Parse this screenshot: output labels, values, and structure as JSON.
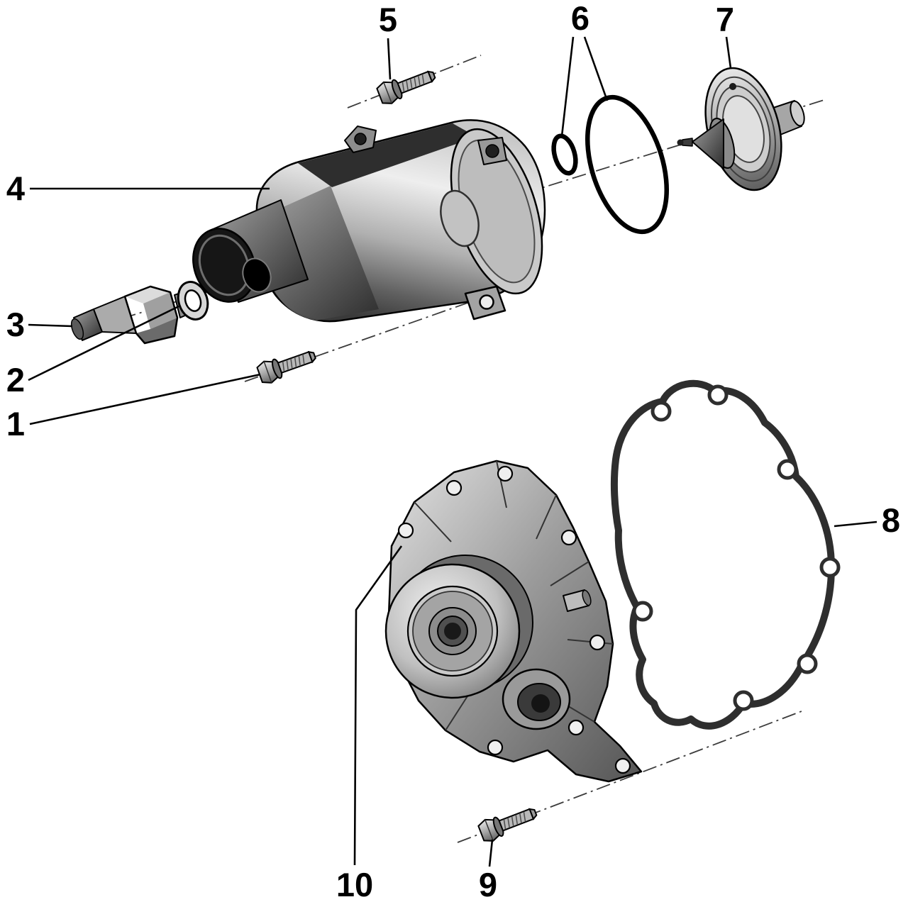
{
  "diagram": {
    "background_color": "#ffffff",
    "line_color": "#000000",
    "metal_light": "#e8e8e8",
    "metal_dark": "#3a3a3a",
    "callouts": [
      {
        "label": "1"
      },
      {
        "label": "2"
      },
      {
        "label": "3"
      },
      {
        "label": "4"
      },
      {
        "label": "5"
      },
      {
        "label": "6"
      },
      {
        "label": "7"
      },
      {
        "label": "8"
      },
      {
        "label": "9"
      },
      {
        "label": "10"
      }
    ]
  }
}
